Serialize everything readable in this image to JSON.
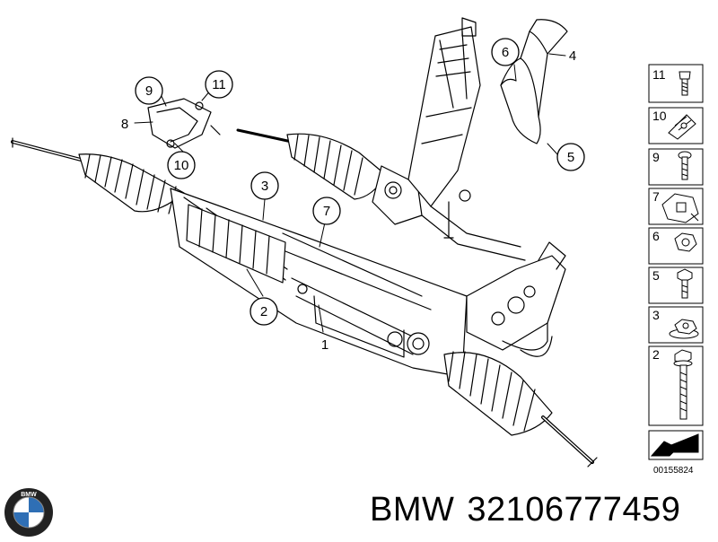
{
  "callouts": {
    "c1": "1",
    "c2": "2",
    "c3": "3",
    "c4": "4",
    "c5": "5",
    "c6": "6",
    "c7": "7",
    "c8": "8",
    "c9": "9",
    "c10": "10",
    "c11": "11"
  },
  "legend": {
    "items": [
      "11",
      "10",
      "9",
      "7",
      "6",
      "5",
      "3",
      "2"
    ]
  },
  "diagram_code": "00155824",
  "logo": {
    "text": "BMW",
    "brand_blue": "#2f6fb5"
  },
  "footer": {
    "brand": "BMW",
    "part_number": "32106777459"
  }
}
